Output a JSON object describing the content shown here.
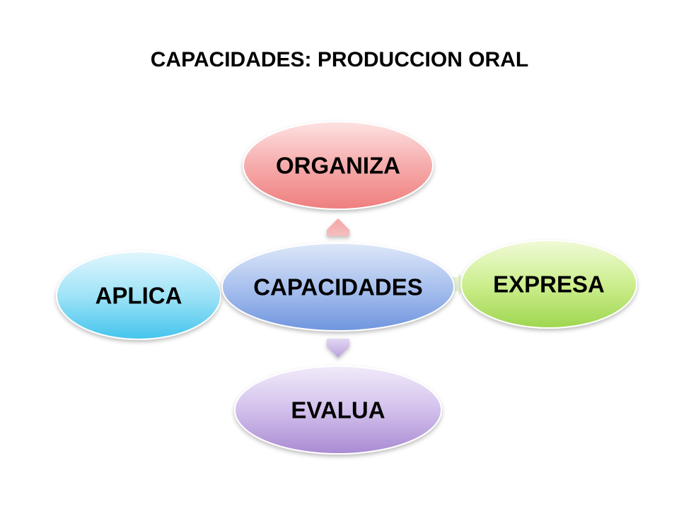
{
  "title": "CAPACIDADES: PRODUCCION ORAL",
  "center": {
    "label": "CAPACIDADES"
  },
  "nodes": {
    "top": {
      "label": "ORGANIZA"
    },
    "right": {
      "label": "EXPRESA"
    },
    "bottom": {
      "label": "EVALUA"
    },
    "left": {
      "label": "APLICA"
    }
  },
  "colors": {
    "center": "#5b84d6",
    "top": "#ee7d7d",
    "right": "#97d24d",
    "bottom": "#a688cf",
    "left": "#3fc2ea",
    "text": "#000000"
  }
}
